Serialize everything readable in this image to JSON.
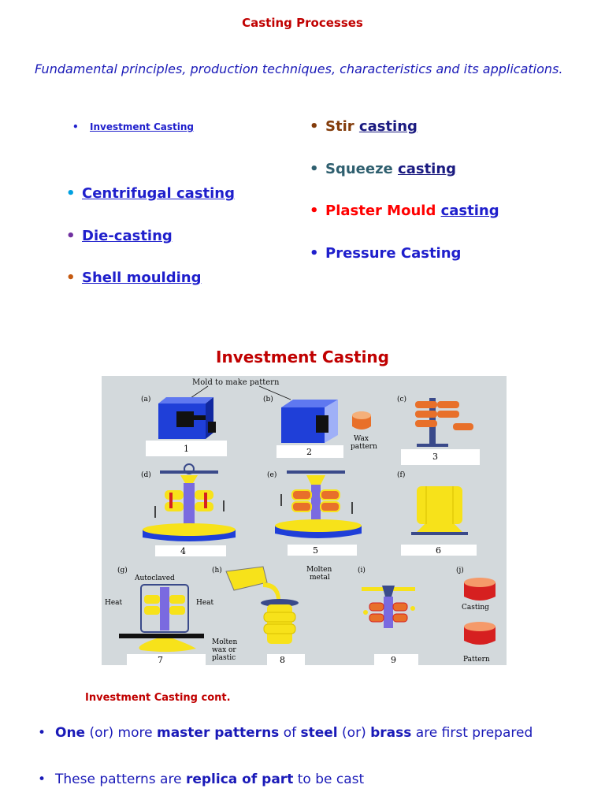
{
  "doc": {
    "title": "Casting Processes",
    "subtitle": "Fundamental principles, production techniques, characteristics and its applications."
  },
  "left_list": {
    "small_item": "Investment Casting ",
    "items": [
      "Centrifugal casting",
      "Die-casting",
      "Shell moulding"
    ]
  },
  "right_list": {
    "stir": {
      "word": "Stir",
      "link": "casting"
    },
    "squeeze": {
      "word": "Squeeze",
      "link": "casting"
    },
    "plaster": {
      "word": "Plaster Mould",
      "link": "casting"
    },
    "pressure": "Pressure Casting"
  },
  "section_title": "Investment Casting",
  "figure": {
    "step_letters": [
      "(a)",
      "(b)",
      "(c)",
      "(d)",
      "(e)",
      "(f)",
      "(g)",
      "(h)",
      "(i)",
      "(j)"
    ],
    "step_numbers": [
      "1",
      "2",
      "3",
      "4",
      "5",
      "6",
      "7",
      "8",
      "9"
    ],
    "labels": {
      "mold_to_make_pattern": "Mold to make pattern",
      "wax_pattern_1": "Wax",
      "wax_pattern_2": "pattern",
      "autoclaved": "Autoclaved",
      "heat": "Heat",
      "molten_metal_1": "Molten",
      "molten_metal_2": "metal",
      "molten_wax_1": "Molten",
      "molten_wax_2": "wax or",
      "molten_wax_3": "plastic",
      "casting": "Casting",
      "pattern": "Pattern"
    }
  },
  "cont_heading": "Investment Casting cont.",
  "body": {
    "line1": {
      "p1": "One",
      "p2": " (or) more ",
      "p3": "master patterns",
      "p4": " of ",
      "p5": "steel",
      "p6": " (or) ",
      "p7": "brass",
      "p8": " are first prepared"
    },
    "line2": {
      "p1": "These patterns are ",
      "p2": "replica of part",
      "p3": " to be cast"
    }
  },
  "colors": {
    "title_red": "#c00000",
    "body_blue": "#1a1ab8",
    "link_blue": "#1f1fcc",
    "bullet_cyan": "#00a0e0",
    "bullet_purple": "#7030a0",
    "bullet_orange": "#c55a11",
    "stir_brown": "#833c0b",
    "squeeze_teal": "#2f5f6f",
    "plaster_red": "#ff0000",
    "figure_bg": "#d3d9dc",
    "mold_blue": "#1f3fd8",
    "wax_yellow": "#f7e21a",
    "ceramic_orange": "#e8702a"
  }
}
